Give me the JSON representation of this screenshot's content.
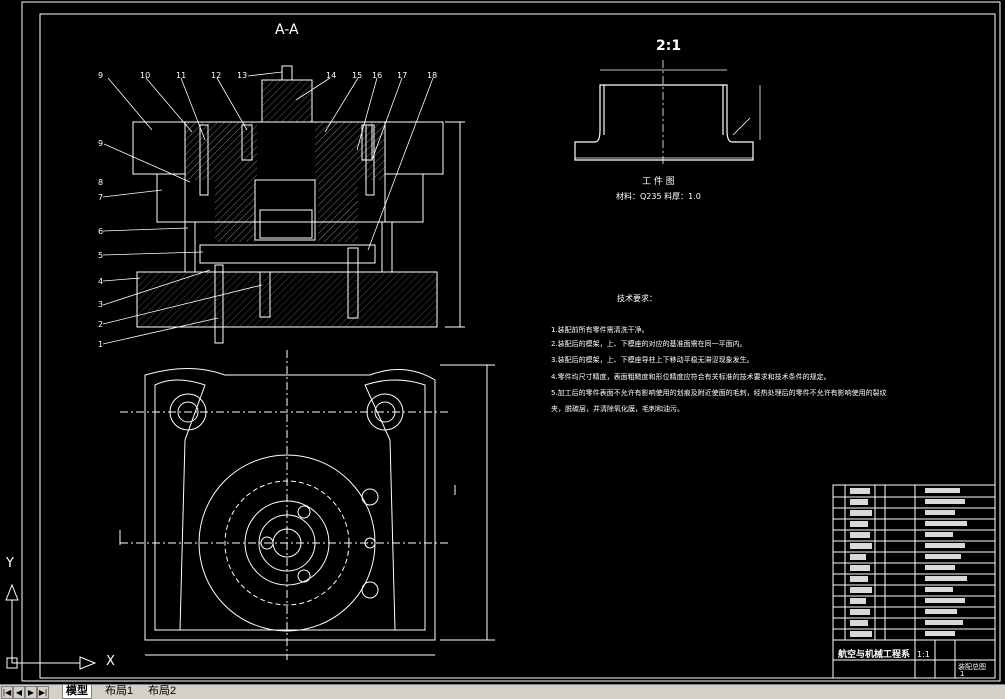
{
  "section_title": "A-A",
  "scale_title": "2:1",
  "part_drawing_title": "工 件 图",
  "material_note": "材料：Q235  料厚：1.0",
  "callouts": [
    "1",
    "2",
    "3",
    "4",
    "5",
    "6",
    "7",
    "8",
    "9",
    "10",
    "11",
    "12",
    "13",
    "14",
    "15",
    "16",
    "17",
    "18"
  ],
  "tech_req": {
    "heading": "技术要求：",
    "items": [
      "1.装配前所有零件需清洗干净。",
      "2.装配后的模架，上、下模座的对应的基准面需在同一平面内。",
      "3.装配后的模架，上、下模座导柱上下移动平稳无滞涩现象发生。",
      "4.零件均尺寸精度，表面粗糙度和形位精度应符合有关标准的技术要求和技术条件的规定。",
      "5.加工后的零件表面不允许有影响使用的划痕及附近使面的毛刺，经热处理后的零件不允许有影响使用的裂纹",
      "夹，脱碳层，并清除氧化膜，毛刺和油污。"
    ]
  },
  "title_block": {
    "school": "航空与机械工程系",
    "scale": "1:1",
    "drawing_name": "装配总图",
    "sheet": "1"
  },
  "ucs": {
    "y_label": "Y",
    "x_label": "X"
  },
  "layout_tabs": [
    {
      "label": "模型",
      "active": true
    },
    {
      "label": "布局1",
      "active": false
    },
    {
      "label": "布局2",
      "active": false
    }
  ],
  "nav_buttons": [
    "|◀",
    "◀",
    "▶",
    "▶|"
  ]
}
